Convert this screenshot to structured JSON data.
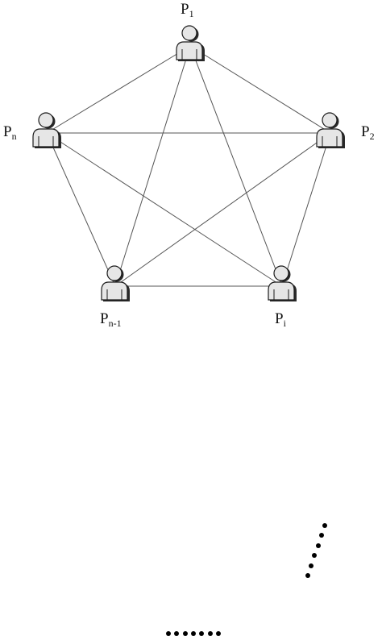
{
  "diagram": {
    "nodes": [
      {
        "id": "p1",
        "base": "P",
        "sub": "1"
      },
      {
        "id": "p2",
        "base": "P",
        "sub": "2"
      },
      {
        "id": "pi",
        "base": "P",
        "sub": "i"
      },
      {
        "id": "pn1",
        "base": "P",
        "sub": "n-1"
      },
      {
        "id": "pn",
        "base": "P",
        "sub": "n"
      }
    ],
    "edges": [
      [
        "p1",
        "p2"
      ],
      [
        "p1",
        "pi"
      ],
      [
        "p1",
        "pn1"
      ],
      [
        "p1",
        "pn"
      ],
      [
        "p2",
        "pi"
      ],
      [
        "p2",
        "pn1"
      ],
      [
        "p2",
        "pn"
      ],
      [
        "pi",
        "pn1"
      ],
      [
        "pi",
        "pn"
      ],
      [
        "pn1",
        "pn"
      ]
    ],
    "ellipses": [
      {
        "between": [
          "p2",
          "pi"
        ],
        "dot_count": 6
      },
      {
        "between": [
          "pn1",
          "pi"
        ],
        "dot_count": 7
      }
    ],
    "colors": {
      "edge": "#555555",
      "person_fill": "#e6e6e6",
      "person_shadow": "#2a2a2a",
      "person_outline": "#1a1a1a",
      "dots": "#000000"
    },
    "icon": "person-icon"
  }
}
